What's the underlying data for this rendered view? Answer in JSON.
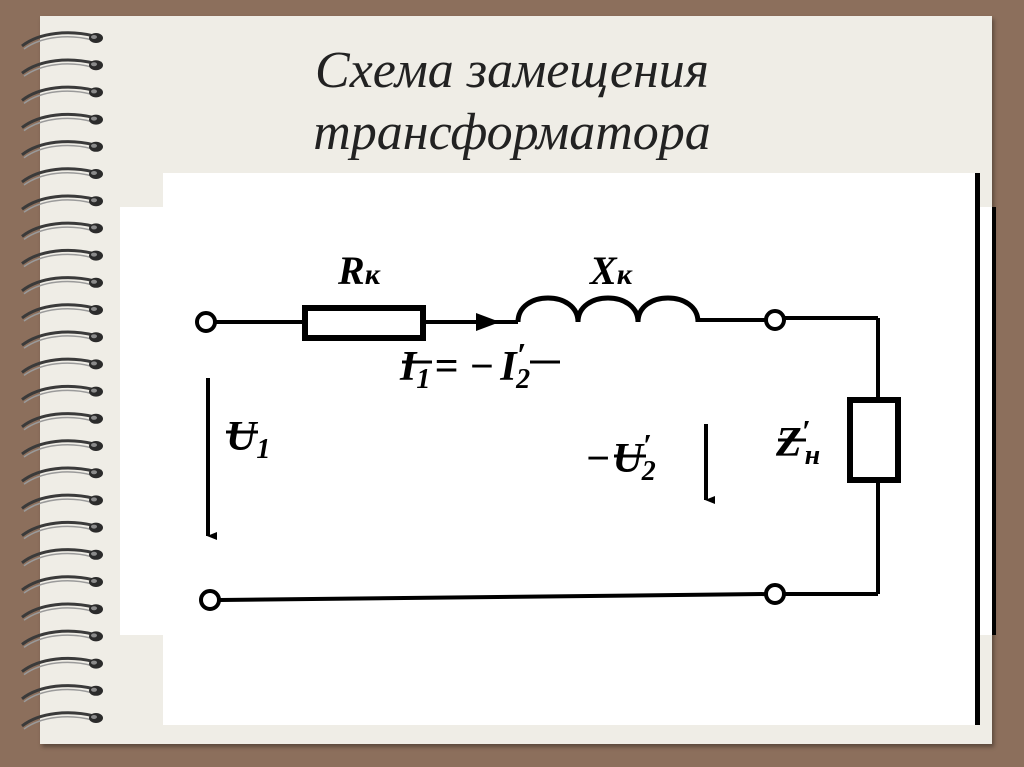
{
  "slide": {
    "title_line1": "Схема замещения",
    "title_line2": "трансформатора"
  },
  "circuit": {
    "resistor_label": {
      "main": "R",
      "sub": "к"
    },
    "reactance_label": {
      "main": "X",
      "sub": "к"
    },
    "current_label": {
      "lhs": "I",
      "lhs_sub": "1",
      "op": "= −",
      "rhs": "I",
      "rhs_prime": "′",
      "rhs_sub": "2"
    },
    "input_voltage_label": {
      "main": "U",
      "sub": "1"
    },
    "output_voltage_label": {
      "prefix": "−",
      "main": "U",
      "prime": "′",
      "sub": "2"
    },
    "load_label": {
      "main": "Z",
      "prime": "′",
      "sub": "н"
    }
  },
  "colors": {
    "background": "#8c6f5c",
    "paper": "#efede6",
    "ink": "#000000"
  }
}
